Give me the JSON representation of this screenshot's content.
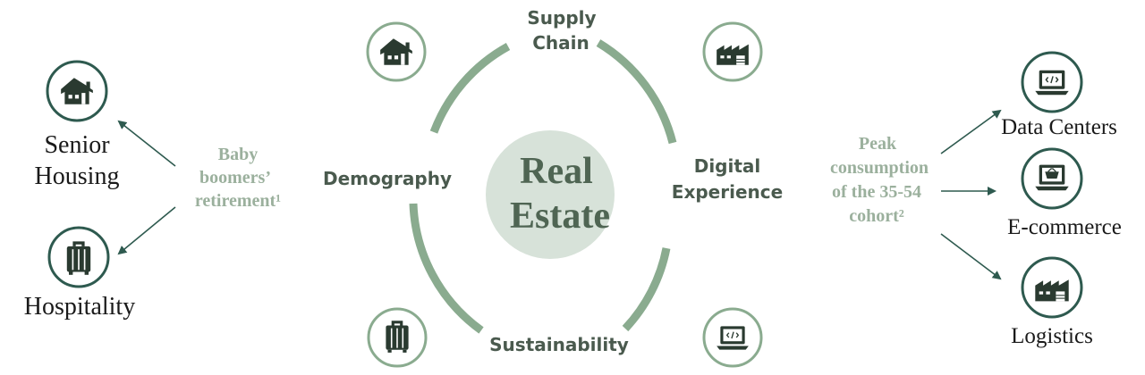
{
  "center": {
    "line1": "Real",
    "line2": "Estate"
  },
  "ring_labels": {
    "top_line1": "Supply",
    "top_line2": "Chain",
    "left": "Demography",
    "right_line1": "Digital",
    "right_line2": "Experience",
    "bottom": "Sustainability"
  },
  "left_driver": {
    "line1": "Baby",
    "line2": "boomers’",
    "line3": "retirement¹"
  },
  "right_driver": {
    "line1": "Peak",
    "line2": "consumption",
    "line3": "of the 35-54",
    "line4": "cohort²"
  },
  "left_outcomes": {
    "senior_line1": "Senior",
    "senior_line2": "Housing",
    "hospitality": "Hospitality"
  },
  "right_outcomes": {
    "data_centers": "Data Centers",
    "ecommerce": "E-commerce",
    "logistics": "Logistics"
  },
  "colors": {
    "ring": "#8aab8f",
    "center_fill": "#d7e2d9",
    "icon_dark": "#2a3a30",
    "arrow": "#2e5a4f",
    "label_dark": "#4a5a4e",
    "label_light": "#9bb09d"
  },
  "icons": {
    "ring_top_left": "house-icon",
    "ring_top_right": "factory-icon",
    "ring_bottom_left": "suitcase-icon",
    "ring_bottom_right": "laptop-icon",
    "senior_housing": "house-icon",
    "hospitality": "suitcase-icon",
    "data_centers": "laptop-icon",
    "ecommerce": "cart-icon",
    "logistics": "factory-icon"
  }
}
